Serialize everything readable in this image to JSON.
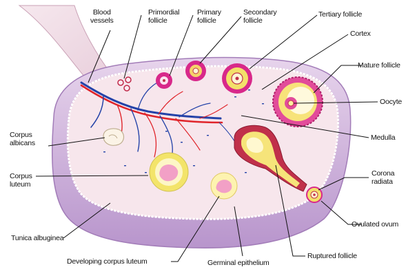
{
  "labels": {
    "blood_vessels": [
      "Blood",
      "vessels"
    ],
    "primordial_follicle": [
      "Primordial",
      "follicle"
    ],
    "primary_follicle": [
      "Primary",
      "follicle"
    ],
    "secondary_follicle": [
      "Secondary",
      "follicle"
    ],
    "tertiary_follicle": "Tertiary follicle",
    "cortex": "Cortex",
    "mature_follicle": "Mature follicle",
    "oocyte": "Oocyte",
    "medulla": "Medulla",
    "corona_radiata": [
      "Corona",
      "radiata"
    ],
    "ovulated_ovum": "Ovulated ovum",
    "ruptured_follicle": "Ruptured follicle",
    "germinal_epithelium": "Germinal epithelium",
    "developing_corpus_luteum": "Developing corpus luteum",
    "tunica_albuginea": "Tunica albuginea",
    "corpus_luteum": [
      "Corpus",
      "luteum"
    ],
    "corpus_albicans": [
      "Corpus",
      "albicans"
    ]
  },
  "colors": {
    "ovary_stroma": "#f4dfe6",
    "tunica": "#c9a8d6",
    "follicle_pink": "#d8288a",
    "follicle_yellow": "#f2e66a",
    "artery": "#e0242a",
    "vein": "#2342a8",
    "ruptured_red": "#c0304a"
  }
}
